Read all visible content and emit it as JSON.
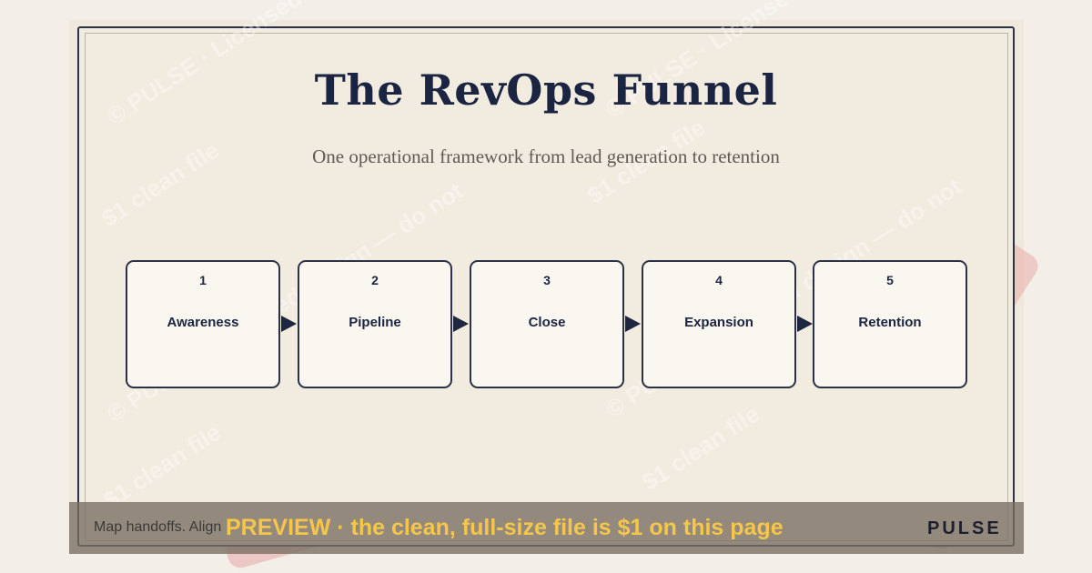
{
  "slide": {
    "title": "The RevOps Funnel",
    "subtitle": "One operational framework from lead generation to retention",
    "stages": [
      {
        "number": "1",
        "name": "Awareness"
      },
      {
        "number": "2",
        "name": "Pipeline"
      },
      {
        "number": "3",
        "name": "Close"
      },
      {
        "number": "4",
        "name": "Expansion"
      },
      {
        "number": "5",
        "name": "Retention"
      }
    ],
    "footer_text": "Map handoffs. Align"
  },
  "overlay": {
    "preview_text": "PREVIEW · the clean, full-size file is $1 on this page",
    "brand": "PULSE",
    "watermark_lines": [
      "© PULSE · Licensed design — do not",
      "$1 clean file"
    ]
  },
  "colors": {
    "title": "#1b2440",
    "frame": "#2b3147",
    "preview_text": "#f5c64a",
    "accent_red": "#e6a7a2",
    "accent_gray": "#a9a7a5"
  }
}
